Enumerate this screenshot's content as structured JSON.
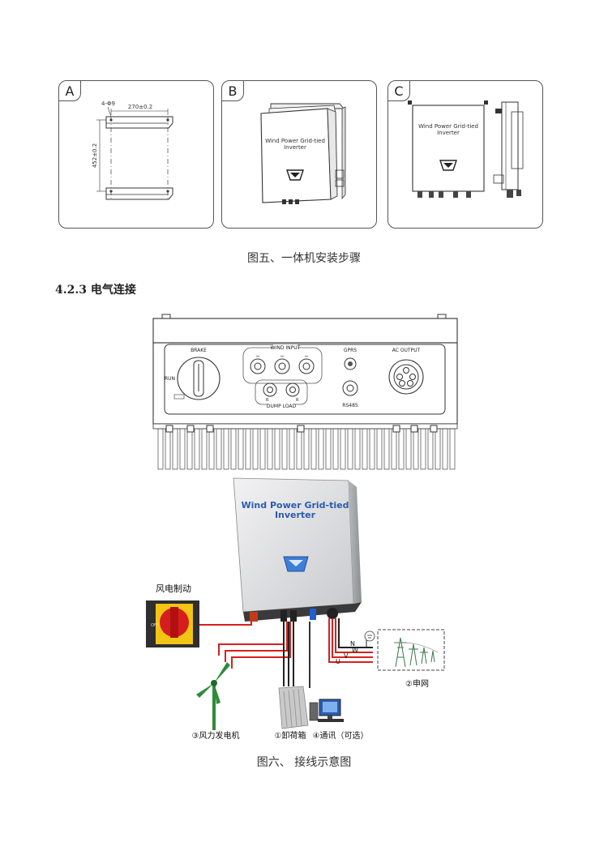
{
  "figure5": {
    "panels": [
      {
        "tag": "A",
        "dim_top": "270±0.2",
        "dim_hole": "4-Φ9",
        "dim_side": "452±0.2"
      },
      {
        "tag": "B",
        "inverter_title": "Wind Power Grid-tied",
        "inverter_subtitle": "Inverter"
      },
      {
        "tag": "C",
        "inverter_title": "Wind Power Grid-tied",
        "inverter_subtitle": "Inverter"
      }
    ],
    "caption": "图五、一体机安装步骤"
  },
  "section": {
    "heading": "4.2.3 电气连接"
  },
  "figure6": {
    "panel_labels": {
      "brake": "BRAKE",
      "run": "RUN",
      "wind_input": "WIND INPUT",
      "dump_load": "DUMP LOAD",
      "r1": "R",
      "r2": "R",
      "gprs": "GPRS",
      "rs485": "RS485",
      "ac_output": "AC OUTPUT"
    },
    "inverter": {
      "title": "Wind Power Grid-tied",
      "subtitle": "Inverter"
    },
    "brake_label": "风电制动",
    "grid_label": "②申网",
    "wind_turbine_label": "③风力发电机",
    "dump_load_label": "①卸荷箱",
    "comm_label": "④通讯（可选）",
    "phase_labels": {
      "n": "N",
      "w": "W",
      "v": "V",
      "u": "U"
    },
    "caption": "图六、  接线示意图"
  },
  "colors": {
    "wire_red": "#d62020",
    "wire_black": "#222222",
    "inverter_text": "#2a5db0",
    "brake_yellow": "#f2c414"
  }
}
